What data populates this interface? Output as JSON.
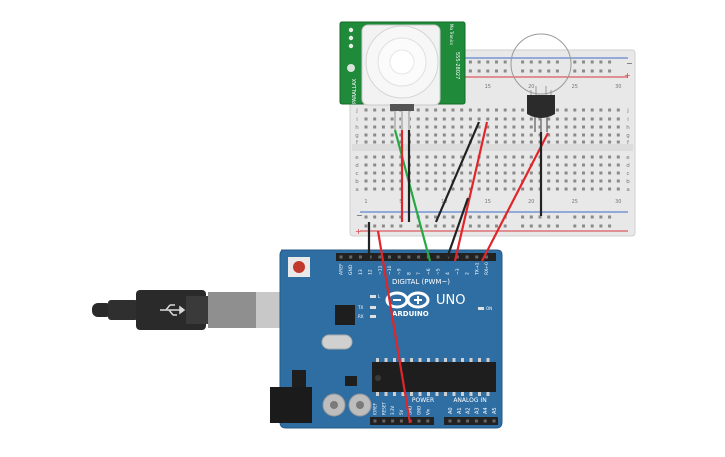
{
  "pir_sensor": {
    "brand": "PARALLAX",
    "part_number": "555-28027",
    "range": "Mo Tronics"
  },
  "arduino": {
    "brand": "ARDUINO",
    "model": "UNO",
    "digital_header": "DIGITAL (PWM~)",
    "analog_header": "ANALOG IN",
    "power_header": "POWER",
    "top_pins": [
      "AREF",
      "GND",
      "13",
      "12",
      "~11",
      "~10",
      "~9",
      "8",
      "7",
      "~6",
      "~5",
      "4",
      "~3",
      "2",
      "TX→1",
      "RX←0"
    ],
    "power_pins": [
      "IOREF",
      "RESET",
      "3.3V",
      "5V",
      "GND",
      "GND",
      "Vin"
    ],
    "analog_pins": [
      "A0",
      "A1",
      "A2",
      "A3",
      "A4",
      "A5"
    ],
    "led_labels": [
      "L",
      "TX",
      "RX",
      "ON"
    ]
  },
  "breadboard": {
    "column_numbers": [
      "1",
      "5",
      "10",
      "15",
      "20",
      "25",
      "30"
    ],
    "row_letters_top": [
      "j",
      "i",
      "h",
      "g",
      "f"
    ],
    "row_letters_bottom": [
      "e",
      "d",
      "c",
      "b",
      "a"
    ],
    "rail_minus": "−",
    "rail_plus": "+"
  },
  "colors": {
    "board_blue": "#2f6ea3",
    "breadboard": "#e6e6e6",
    "pir_green": "#1f8a3a",
    "wire_red": "#e0262a",
    "wire_black": "#222222",
    "wire_green": "#27a844",
    "rail_red": "#d9363e",
    "rail_blue": "#3a6cc9"
  }
}
